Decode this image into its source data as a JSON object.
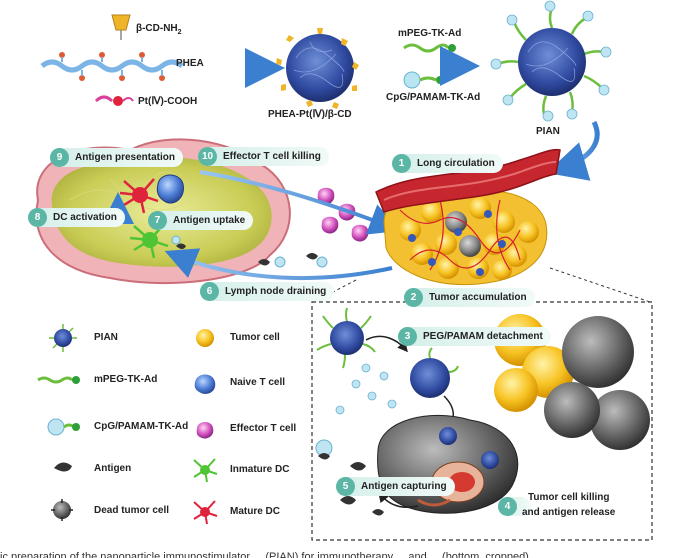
{
  "top": {
    "beta_cd": "β-CD-NH",
    "beta_cd_sub": "2",
    "phea": "PHEA",
    "pt": "Pt(Ⅳ)-COOH",
    "phea_pt": "PHEA-Pt(Ⅳ)/β-CD",
    "mpeg": "mPEG-TK-Ad",
    "cpg": "CpG/PAMAM-TK-Ad",
    "pian": "PIAN"
  },
  "steps": [
    {
      "num": "1",
      "label": "Long circulation"
    },
    {
      "num": "2",
      "label": "Tumor accumulation"
    },
    {
      "num": "3",
      "label": "PEG/PAMAM detachment"
    },
    {
      "num": "4",
      "label": "Tumor cell killing"
    },
    {
      "num": "5",
      "label": "Antigen capturing"
    },
    {
      "num": "6",
      "label": "Lymph node draining"
    },
    {
      "num": "7",
      "label": "Antigen uptake"
    },
    {
      "num": "8",
      "label": "DC activation"
    },
    {
      "num": "9",
      "label": "Antigen presentation"
    },
    {
      "num": "10",
      "label": "Effector  T cell killing"
    }
  ],
  "step4_line2": "and antigen release",
  "legend": {
    "pian": "PIAN",
    "mpeg": "mPEG-TK-Ad",
    "cpg": "CpG/PAMAM-TK-Ad",
    "antigen": "Antigen",
    "dead": "Dead tumor cell",
    "tumor": "Tumor cell",
    "naive": "Naive T cell",
    "effector": "Effector T cell",
    "immature": "Inmature DC",
    "mature": "Mature DC"
  },
  "caption": "ic preparation of the nanoparticle immunostimulator ... (PIAN) for immunotherapy ... and ... (bottom, cropped)"
}
